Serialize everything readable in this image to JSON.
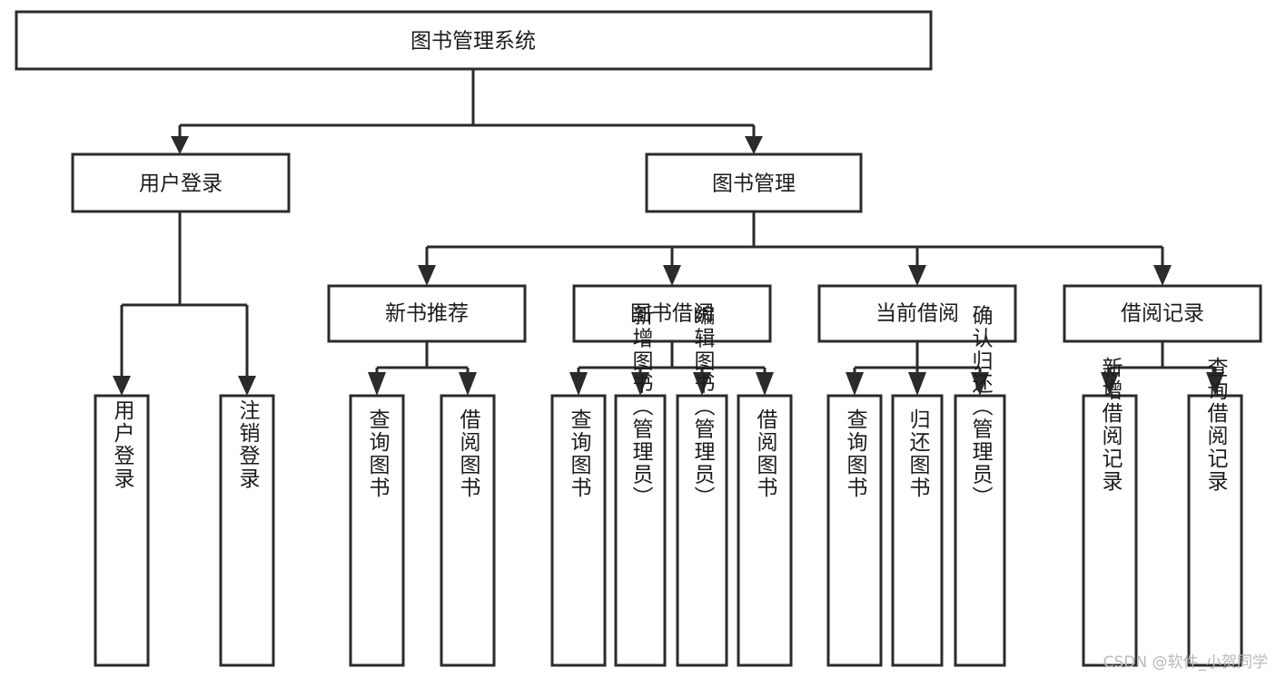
{
  "diagram": {
    "title": "图书管理系统",
    "type": "hierarchy-tree",
    "orientation": "top-down",
    "colors": {
      "box_stroke": "#2b2b2b",
      "box_fill": "#ffffff",
      "connector": "#2b2b2b",
      "text": "#1c1c1c",
      "background": "#ffffff",
      "watermark": "#b9b9b9"
    }
  },
  "nodes": {
    "root": {
      "label": "图书管理系统",
      "level": 1,
      "orientation": "horizontal"
    },
    "level2": [
      {
        "id": "user-login",
        "label": "用户登录",
        "orientation": "horizontal"
      },
      {
        "id": "book-manage",
        "label": "图书管理",
        "orientation": "horizontal"
      }
    ],
    "level3": [
      {
        "id": "new-book-recommend",
        "label": "新书推荐",
        "orientation": "horizontal",
        "parent": "book-manage"
      },
      {
        "id": "book-borrow",
        "label": "图书借阅",
        "orientation": "horizontal",
        "parent": "book-manage"
      },
      {
        "id": "current-borrow",
        "label": "当前借阅",
        "orientation": "horizontal",
        "parent": "book-manage"
      },
      {
        "id": "borrow-record",
        "label": "借阅记录",
        "orientation": "horizontal",
        "parent": "book-manage"
      }
    ],
    "leaves": [
      {
        "id": "leaf-user-login",
        "label": "用户登录",
        "orientation": "vertical",
        "parent": "user-login"
      },
      {
        "id": "leaf-user-logout",
        "label": "注销登录",
        "orientation": "vertical",
        "parent": "user-login"
      },
      {
        "id": "leaf-query-book-1",
        "label": "查询图书",
        "orientation": "vertical",
        "parent": "new-book-recommend"
      },
      {
        "id": "leaf-borrow-book-1",
        "label": "借阅图书",
        "orientation": "vertical",
        "parent": "new-book-recommend"
      },
      {
        "id": "leaf-query-book-2",
        "label": "查询图书",
        "orientation": "vertical",
        "parent": "book-borrow"
      },
      {
        "id": "leaf-add-book",
        "label": "新增图书（管理员）",
        "orientation": "vertical",
        "parent": "book-borrow"
      },
      {
        "id": "leaf-edit-book",
        "label": "编辑图书（管理员）",
        "orientation": "vertical",
        "parent": "book-borrow"
      },
      {
        "id": "leaf-borrow-book-2",
        "label": "借阅图书",
        "orientation": "vertical",
        "parent": "book-borrow"
      },
      {
        "id": "leaf-query-book-3",
        "label": "查询图书",
        "orientation": "vertical",
        "parent": "current-borrow"
      },
      {
        "id": "leaf-return-book",
        "label": "归还图书",
        "orientation": "vertical",
        "parent": "current-borrow"
      },
      {
        "id": "leaf-confirm-return",
        "label": "确认归还（管理员）",
        "orientation": "vertical",
        "parent": "current-borrow"
      },
      {
        "id": "leaf-add-record",
        "label": "新增借阅记录",
        "orientation": "vertical",
        "parent": "borrow-record"
      },
      {
        "id": "leaf-query-record",
        "label": "查询借阅记录",
        "orientation": "vertical",
        "parent": "borrow-record"
      }
    ]
  },
  "watermark": {
    "text": "CSDN @软件_小贺同学"
  }
}
